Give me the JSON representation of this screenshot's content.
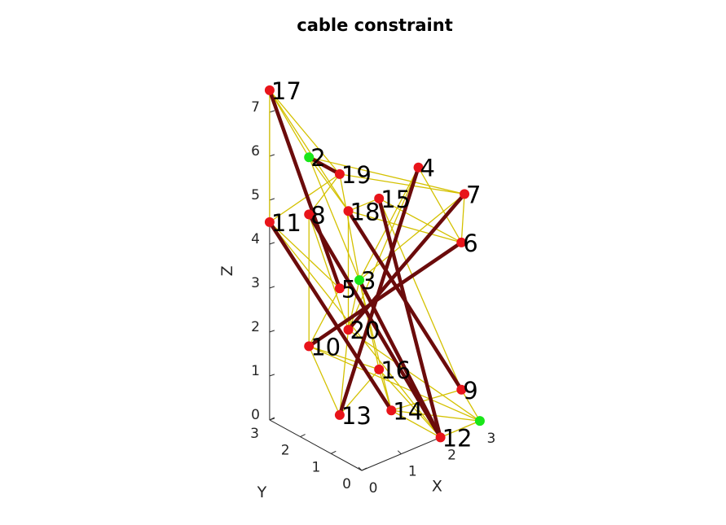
{
  "chart_data": {
    "type": "3d-line-network",
    "title": "cable constraint",
    "xlabel": "X",
    "ylabel": "Y",
    "zlabel": "Z",
    "xlim": [
      0,
      3
    ],
    "ylim": [
      0,
      3
    ],
    "zlim": [
      0,
      7
    ],
    "x_ticks": [
      "0",
      "1",
      "2",
      "3"
    ],
    "y_ticks": [
      "0",
      "1",
      "2",
      "3"
    ],
    "z_ticks": [
      "0",
      "1",
      "2",
      "3",
      "4",
      "5",
      "6",
      "7"
    ],
    "colors": {
      "cable": "#d4c100",
      "strut": "#6b0b0b",
      "free_node": "#e8141a",
      "fixed_node": "#19e619"
    },
    "nodes": [
      {
        "id": "1",
        "label": "",
        "x": 3.0,
        "y": 0.0,
        "z": 0.0,
        "fixed": true
      },
      {
        "id": "2",
        "label": "2",
        "x": 1.0,
        "y": 3.0,
        "z": 5.6,
        "fixed": true
      },
      {
        "id": "3",
        "label": "3",
        "x": 1.5,
        "y": 2.0,
        "z": 3.0,
        "fixed": true
      },
      {
        "id": "4",
        "label": "4",
        "x": 3.0,
        "y": 2.0,
        "z": 5.0,
        "fixed": false
      },
      {
        "id": "5",
        "label": "5",
        "x": 1.0,
        "y": 2.0,
        "z": 3.0,
        "fixed": false
      },
      {
        "id": "6",
        "label": "6",
        "x": 3.0,
        "y": 0.6,
        "z": 3.83,
        "fixed": false
      },
      {
        "id": "7",
        "label": "7",
        "x": 3.0,
        "y": 0.5,
        "z": 4.97,
        "fixed": false
      },
      {
        "id": "8",
        "label": "8",
        "x": 1.0,
        "y": 3.0,
        "z": 4.3,
        "fixed": false
      },
      {
        "id": "9",
        "label": "9",
        "x": 3.0,
        "y": 0.6,
        "z": 0.48,
        "fixed": false
      },
      {
        "id": "10",
        "label": "10",
        "x": 1.0,
        "y": 3.0,
        "z": 1.3,
        "fixed": false
      },
      {
        "id": "11",
        "label": "11",
        "x": 0.0,
        "y": 3.0,
        "z": 4.5,
        "fixed": false
      },
      {
        "id": "12",
        "label": "12",
        "x": 2.0,
        "y": 0.0,
        "z": 0.0,
        "fixed": false
      },
      {
        "id": "13",
        "label": "13",
        "x": 1.0,
        "y": 2.0,
        "z": 0.12,
        "fixed": false
      },
      {
        "id": "14",
        "label": "14",
        "x": 2.0,
        "y": 1.6,
        "z": 0.0,
        "fixed": false
      },
      {
        "id": "15",
        "label": "15",
        "x": 2.0,
        "y": 2.0,
        "z": 4.67,
        "fixed": false
      },
      {
        "id": "16",
        "label": "16",
        "x": 2.0,
        "y": 2.0,
        "z": 0.78,
        "fixed": false
      },
      {
        "id": "17",
        "label": "17",
        "x": 0.0,
        "y": 3.0,
        "z": 7.5,
        "fixed": false
      },
      {
        "id": "18",
        "label": "18",
        "x": 2.0,
        "y": 3.0,
        "z": 4.0,
        "fixed": false
      },
      {
        "id": "19",
        "label": "19",
        "x": 1.0,
        "y": 2.0,
        "z": 5.6,
        "fixed": false
      },
      {
        "id": "20",
        "label": "20",
        "x": 2.0,
        "y": 3.0,
        "z": 1.3,
        "fixed": false
      }
    ],
    "struts": [
      [
        "17",
        "5"
      ],
      [
        "2",
        "19"
      ],
      [
        "11",
        "14"
      ],
      [
        "18",
        "9"
      ],
      [
        "8",
        "12"
      ],
      [
        "7",
        "20"
      ],
      [
        "6",
        "10"
      ],
      [
        "4",
        "13"
      ],
      [
        "3",
        "12"
      ],
      [
        "15",
        "12"
      ]
    ],
    "cables": [
      [
        "17",
        "2"
      ],
      [
        "17",
        "11"
      ],
      [
        "17",
        "19"
      ],
      [
        "17",
        "18"
      ],
      [
        "2",
        "7"
      ],
      [
        "2",
        "19"
      ],
      [
        "2",
        "18"
      ],
      [
        "2",
        "3"
      ],
      [
        "7",
        "19"
      ],
      [
        "7",
        "6"
      ],
      [
        "7",
        "3"
      ],
      [
        "18",
        "15"
      ],
      [
        "18",
        "6"
      ],
      [
        "15",
        "6"
      ],
      [
        "15",
        "9"
      ],
      [
        "19",
        "8"
      ],
      [
        "19",
        "3"
      ],
      [
        "8",
        "10"
      ],
      [
        "8",
        "20"
      ],
      [
        "11",
        "5"
      ],
      [
        "11",
        "19"
      ],
      [
        "11",
        "12"
      ],
      [
        "5",
        "10"
      ],
      [
        "10",
        "13"
      ],
      [
        "10",
        "16"
      ],
      [
        "10",
        "1"
      ],
      [
        "13",
        "16"
      ],
      [
        "13",
        "20"
      ],
      [
        "16",
        "12"
      ],
      [
        "16",
        "14"
      ],
      [
        "14",
        "1"
      ],
      [
        "14",
        "12"
      ],
      [
        "12",
        "1"
      ],
      [
        "9",
        "1"
      ],
      [
        "9",
        "14"
      ],
      [
        "4",
        "20"
      ],
      [
        "4",
        "6"
      ],
      [
        "3",
        "20"
      ],
      [
        "3",
        "4"
      ],
      [
        "20",
        "1"
      ],
      [
        "3",
        "14"
      ],
      [
        "18",
        "20"
      ],
      [
        "3",
        "16"
      ]
    ]
  }
}
